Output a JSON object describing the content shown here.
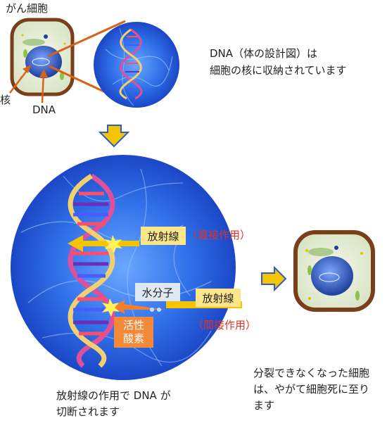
{
  "top": {
    "cell_title": "がん細胞",
    "nucleus_label": "核",
    "dna_label": "DNA",
    "desc_line1": "DNA（体の設計図）は",
    "desc_line2": "細胞の核に収納されています"
  },
  "middle": {
    "direct_label": "放射線",
    "direct_effect": "（直接作用）",
    "water_label": "水分子",
    "indirect_label": "放射線",
    "indirect_effect": "（間接作用）",
    "ros_line1": "活性",
    "ros_line2": "酸素"
  },
  "bottom": {
    "left_line1": "放射線の作用で DNA が",
    "left_line2": "切断されます",
    "right_line1": "分裂できなくなった細胞",
    "right_line2": "は、やがて細胞死に至り",
    "right_line3": "ます"
  },
  "colors": {
    "cell_border": "#7a3f1a",
    "cell_fill": "#e4edd6",
    "nucleus": "#2d55b8",
    "blue_circle": "#2f6fe8",
    "pointer_line": "#d9621b",
    "arrow_fill": "#f5c400",
    "arrow_stroke": "#2e5cc4",
    "label_yellow": "#fde68a",
    "effect_red": "#e0322a",
    "ros_orange": "#f28a3a",
    "water_box": "#dfe9f5"
  }
}
